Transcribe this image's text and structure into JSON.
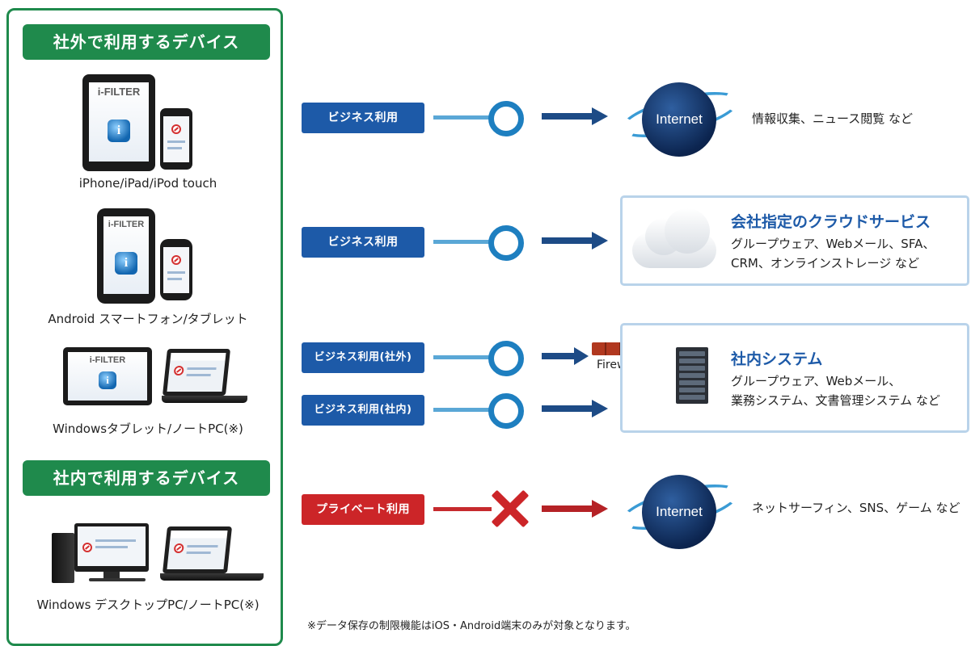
{
  "devices": {
    "outside_header": "社外で利用するデバイス",
    "inside_header": "社内で利用するデバイス",
    "brand_text": "i-FILTER",
    "items": [
      {
        "label": "iPhone/iPad/iPod touch"
      },
      {
        "label": "Android スマートフォン/タブレット"
      },
      {
        "label": "Windowsタブレット/ノートPC(※)"
      },
      {
        "label": "Windows デスクトップPC/ノートPC(※)"
      }
    ]
  },
  "flows": [
    {
      "badge": "ビジネス利用",
      "result": "allowed",
      "target_label": "Internet",
      "description": "情報収集、ニュース閲覧 など"
    },
    {
      "badge": "ビジネス利用",
      "result": "allowed"
    },
    {
      "badge": "ビジネス利用(社外)",
      "result": "allowed",
      "gateway_label": "Firewall"
    },
    {
      "badge": "ビジネス利用(社内)",
      "result": "allowed"
    },
    {
      "badge": "プライベート利用",
      "result": "blocked",
      "target_label": "Internet",
      "description": "ネットサーフィン、SNS、ゲーム など"
    }
  ],
  "cloud_box": {
    "title": "会社指定のクラウドサービス",
    "line1": "グループウェア、Webメール、SFA、",
    "line2": "CRM、オンラインストレージ など"
  },
  "internal_box": {
    "title": "社内システム",
    "line1": "グループウェア、Webメール、",
    "line2": "業務システム、文書管理システム など"
  },
  "footnote": "※データ保存の制限機能はiOS・Android端末のみが対象となります。",
  "colors": {
    "green": "#1f8a4c",
    "blue_badge": "#1d5aa8",
    "red_badge": "#cc2528",
    "allowed_ring": "#1e7fc0",
    "blocked_cross": "#cc2528"
  }
}
